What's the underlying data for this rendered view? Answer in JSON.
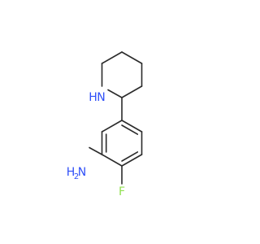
{
  "molecule": {
    "atoms": {
      "nh": {
        "label": "H",
        "sub": "N",
        "color": "#3050f8"
      },
      "nh2": {
        "label": "H",
        "sub": "2",
        "prefix": "N",
        "color": "#3050f8"
      },
      "f": {
        "label": "F",
        "color": "#90e050"
      }
    },
    "bond_color": "#2b2b2b"
  }
}
